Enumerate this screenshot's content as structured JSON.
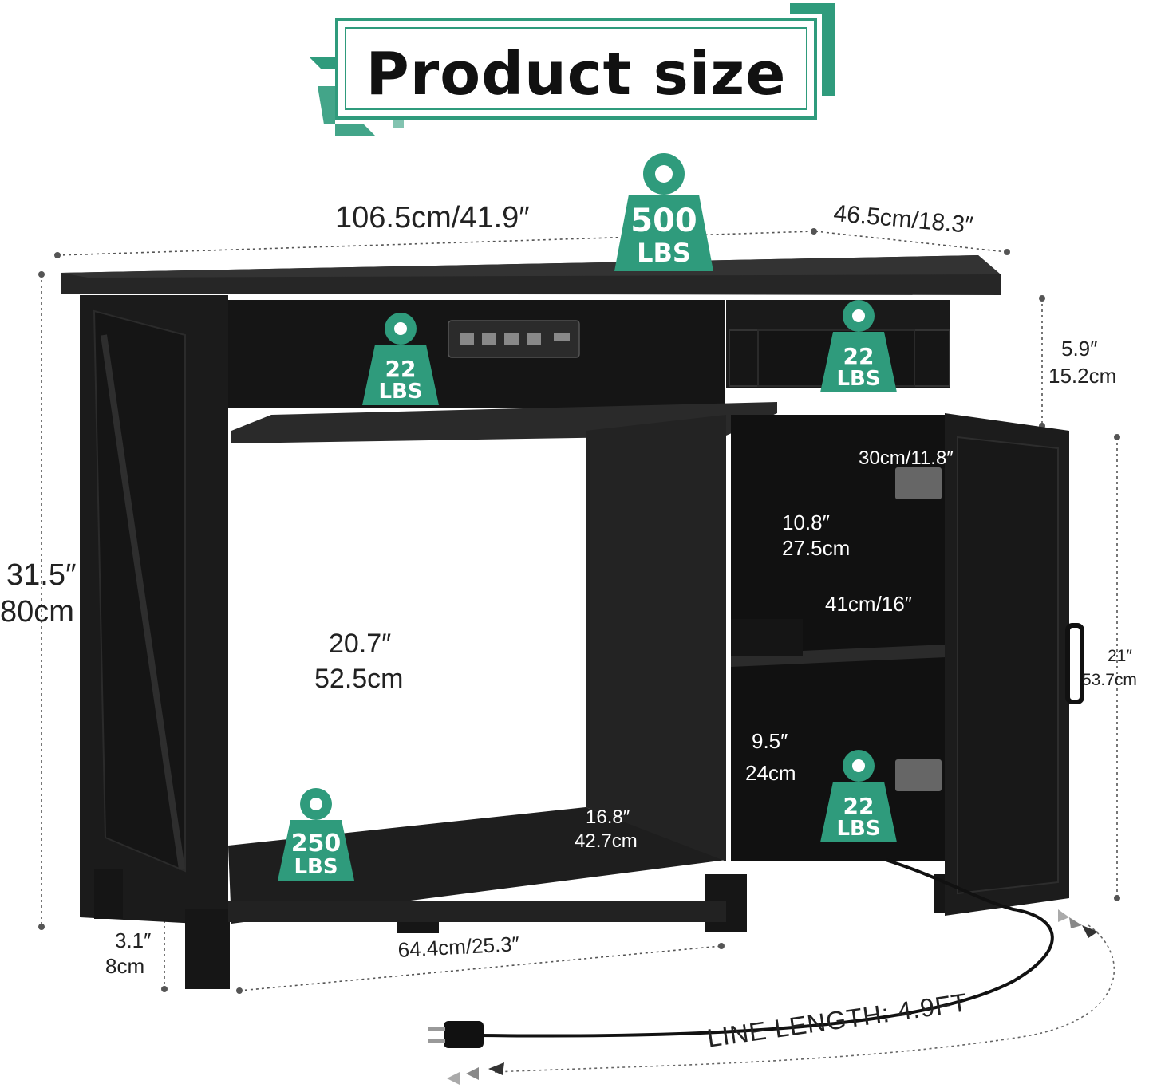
{
  "title": "Product size",
  "colors": {
    "accent": "#2f9b7c",
    "furniture": "#1c1c1c"
  },
  "dimensions": {
    "width": "106.5cm/41.9″",
    "depth": "46.5cm/18.3″",
    "height_in": "31.5″",
    "height_cm": "80cm",
    "drawer_in": "5.9″",
    "drawer_cm": "15.2cm",
    "cabinet_width": "30cm/11.8″",
    "upper_shelf_in": "10.8″",
    "upper_shelf_cm": "27.5cm",
    "shelf_depth": "41cm/16″",
    "door_in": "21″",
    "door_cm": "53.7cm",
    "opening_in": "20.7″",
    "opening_cm": "52.5cm",
    "lower_shelf_in": "9.5″",
    "lower_shelf_cm": "24cm",
    "bottom_depth_in": "16.8″",
    "bottom_depth_cm": "42.7cm",
    "leg_in": "3.1″",
    "leg_cm": "8cm",
    "inner_width": "64.4cm/25.3″",
    "line_length": "LINE LENGTH: 4.9FT"
  },
  "weights": [
    {
      "id": "top",
      "value": "500",
      "unit": "LBS"
    },
    {
      "id": "open-shelf",
      "value": "22",
      "unit": "LBS"
    },
    {
      "id": "drawer",
      "value": "22",
      "unit": "LBS"
    },
    {
      "id": "cabinet-bottom",
      "value": "22",
      "unit": "LBS"
    },
    {
      "id": "bottom-shelf",
      "value": "250",
      "unit": "LBS"
    }
  ],
  "icons": [
    "weight-icon",
    "power-outlet-icon",
    "power-plug-icon",
    "arrow-icon"
  ]
}
